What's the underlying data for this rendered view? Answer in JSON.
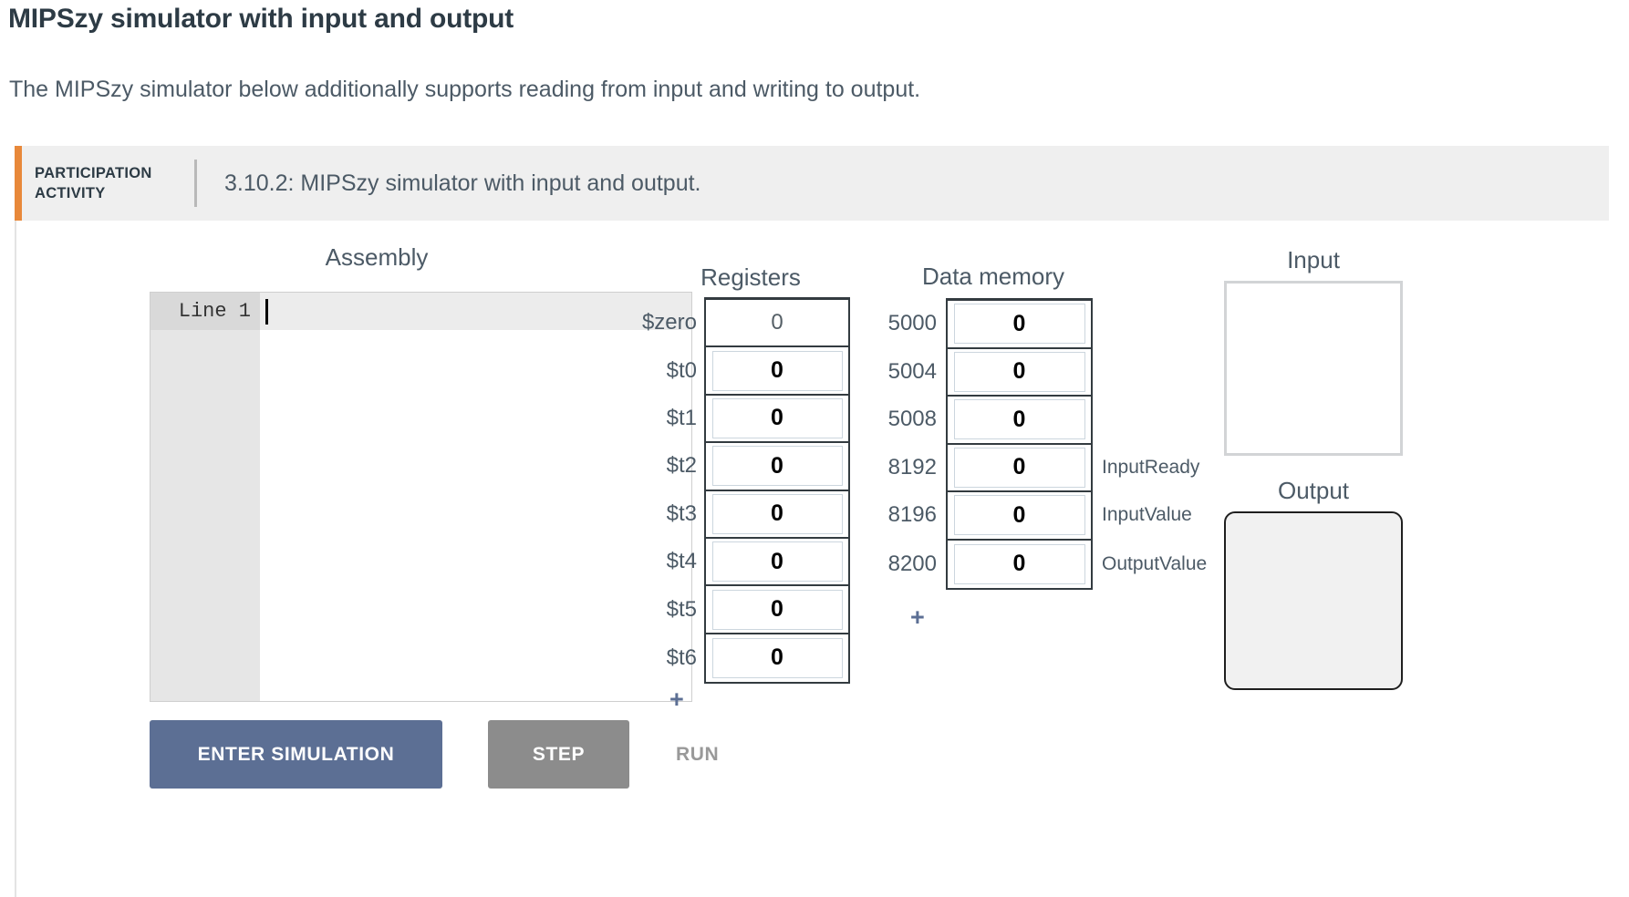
{
  "page": {
    "title": "MIPSzy simulator with input and output",
    "subtitle": "The MIPSzy simulator below additionally supports reading from input and writing to output."
  },
  "activity": {
    "kicker_line1": "PARTICIPATION",
    "kicker_line2": "ACTIVITY",
    "title": "3.10.2: MIPSzy simulator with input and output.",
    "accent_color": "#e8883a",
    "background_color": "#efefef"
  },
  "assembly": {
    "heading": "Assembly",
    "gutter_line_label": "Line 1",
    "code": ""
  },
  "buttons": {
    "enter_simulation": "ENTER SIMULATION",
    "step": "STEP",
    "run": "RUN",
    "enter_simulation_color": "#5c6f94",
    "step_color": "#8c8c8c",
    "run_color": "#999999",
    "add_register": "+",
    "add_memory": "+",
    "add_color": "#5c6f94"
  },
  "registers": {
    "heading": "Registers",
    "rows": [
      {
        "name": "$zero",
        "value": "0",
        "editable": false
      },
      {
        "name": "$t0",
        "value": "0",
        "editable": true
      },
      {
        "name": "$t1",
        "value": "0",
        "editable": true
      },
      {
        "name": "$t2",
        "value": "0",
        "editable": true
      },
      {
        "name": "$t3",
        "value": "0",
        "editable": true
      },
      {
        "name": "$t4",
        "value": "0",
        "editable": true
      },
      {
        "name": "$t5",
        "value": "0",
        "editable": true
      },
      {
        "name": "$t6",
        "value": "0",
        "editable": true
      }
    ]
  },
  "data_memory": {
    "heading": "Data memory",
    "rows": [
      {
        "address": "5000",
        "value": "0",
        "tag": ""
      },
      {
        "address": "5004",
        "value": "0",
        "tag": ""
      },
      {
        "address": "5008",
        "value": "0",
        "tag": ""
      },
      {
        "address": "8192",
        "value": "0",
        "tag": "InputReady"
      },
      {
        "address": "8196",
        "value": "0",
        "tag": "InputValue"
      },
      {
        "address": "8200",
        "value": "0",
        "tag": "OutputValue"
      }
    ]
  },
  "io": {
    "input_heading": "Input",
    "input_value": "",
    "output_heading": "Output",
    "output_value": ""
  }
}
